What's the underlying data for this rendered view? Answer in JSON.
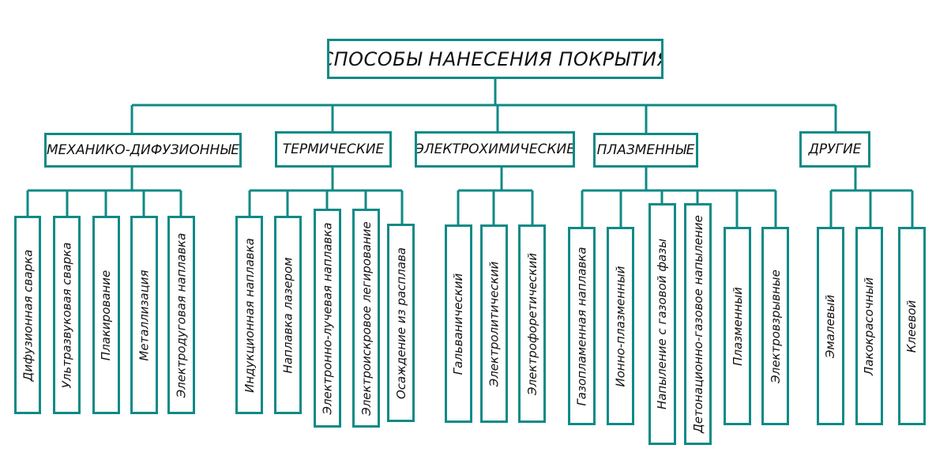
{
  "title": "СПОСОБЫ НАНЕСЕНИЯ ПОКРЫТИЯ",
  "colors": {
    "border": "#0f8a86",
    "text": "#111111",
    "background": "#ffffff"
  },
  "categories": [
    {
      "label": "МЕХАНИКО-ДИФУЗИОННЫЕ",
      "items": [
        "Дифузионная сварка",
        "Ультразвуковая сварка",
        "Плакирование",
        "Металлизация",
        "Электродуговая наплавка"
      ]
    },
    {
      "label": "ТЕРМИЧЕСКИЕ",
      "items": [
        "Индукционная наплавка",
        "Наплавка лазером",
        "Электронно-лучевая наплавка",
        "Электроискровое легирование",
        "Осаждение из расплава"
      ]
    },
    {
      "label": "ЭЛЕКТРОХИМИЧЕСКИЕ",
      "items": [
        "Гальванический",
        "Электролитический",
        "Электрофоретический"
      ]
    },
    {
      "label": "ПЛАЗМЕННЫЕ",
      "items": [
        "Газопламенная наплавка",
        "Ионно-плазменный",
        "Напыление с газовой фазы",
        "Детонационно-газовое напыление",
        "Плазменный",
        "Электровзрывные"
      ]
    },
    {
      "label": "ДРУГИЕ",
      "items": [
        "Эмалевый",
        "Лакокрасочный",
        "Клеевой"
      ]
    }
  ]
}
